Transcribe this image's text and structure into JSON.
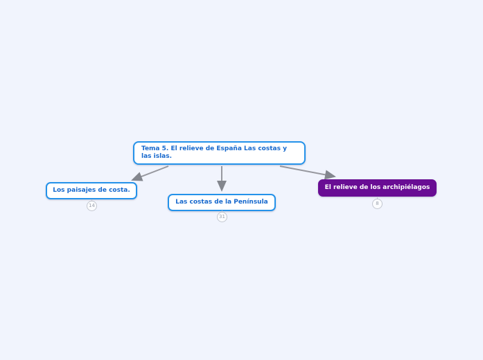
{
  "canvas": {
    "background_color": "#f1f4fd"
  },
  "colors": {
    "node_border_blue": "#2492ea",
    "node_text_blue": "#1668cd",
    "node_fill_purple": "#690d94",
    "node_text_white": "#ffffff",
    "connector_gray": "#97989f",
    "badge_gray": "#9ba1ac"
  },
  "mindmap": {
    "root": {
      "label": "Tema 5. El relieve de España Las costas y las islas."
    },
    "children": [
      {
        "label": "Los paisajes de costa.",
        "badge": "14",
        "style": "outline"
      },
      {
        "label": "Las costas de la Península",
        "badge": "31",
        "style": "outline"
      },
      {
        "label": "El relieve de los archipiélagos",
        "badge": "8",
        "style": "filled"
      }
    ]
  }
}
